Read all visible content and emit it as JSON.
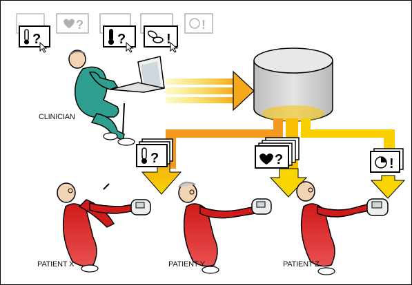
{
  "labels": {
    "clinician": "CLINICIAN",
    "patient_x": "PATIENT X",
    "patient_y": "PATIENT Y",
    "patient_z": "PATIENT Z"
  },
  "question_cards": {
    "top_active": [
      "?",
      "?",
      "!"
    ],
    "top_faded": [
      "?",
      "!"
    ],
    "to_patient_x": "?",
    "to_patient_y": "?",
    "to_patient_z": "!"
  },
  "icons": {
    "top_row": [
      "thermometer-icon",
      "heart-icon",
      "thermometer-icon",
      "pills-icon",
      "pie-chart-icon"
    ],
    "card_patient_x": "thermometer-icon",
    "card_patient_y": "heart-icon",
    "card_patient_z": "pie-chart-icon"
  },
  "colors": {
    "arrow_orange": "#f39a1e",
    "arrow_yellow": "#f8d400",
    "scrubs_green": "#2e9e8e",
    "gown_red": "#d11a1a",
    "database_gray": "#d6d6d6"
  }
}
